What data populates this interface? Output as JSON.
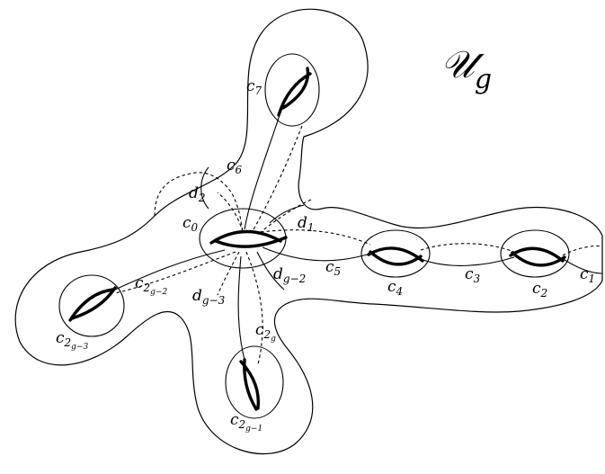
{
  "figure": {
    "title": {
      "base": "𝒰",
      "sub": "g"
    },
    "labels": {
      "c0": {
        "base": "c",
        "sub": "0"
      },
      "c1": {
        "base": "c",
        "sub": "1"
      },
      "c2": {
        "base": "c",
        "sub": "2"
      },
      "c3": {
        "base": "c",
        "sub": "3"
      },
      "c4": {
        "base": "c",
        "sub": "4"
      },
      "c5": {
        "base": "c",
        "sub": "5"
      },
      "c6": {
        "base": "c",
        "sub": "6"
      },
      "c7": {
        "base": "c",
        "sub": "7"
      },
      "d1": {
        "base": "d",
        "sub": "1"
      },
      "d2": {
        "base": "d",
        "sub": "2"
      },
      "dg2": {
        "base": "d",
        "sub": "g−2"
      },
      "dg3": {
        "base": "d",
        "sub": "g−3"
      },
      "c2g": {
        "base": "c",
        "sub": "2",
        "subsub": "g"
      },
      "c2g1": {
        "base": "c",
        "sub": "2",
        "subsub": "g−1"
      },
      "c2g2": {
        "base": "c",
        "sub": "2",
        "subsub": "g−2"
      },
      "c2g3": {
        "base": "c",
        "sub": "2",
        "subsub": "g−3"
      }
    }
  }
}
